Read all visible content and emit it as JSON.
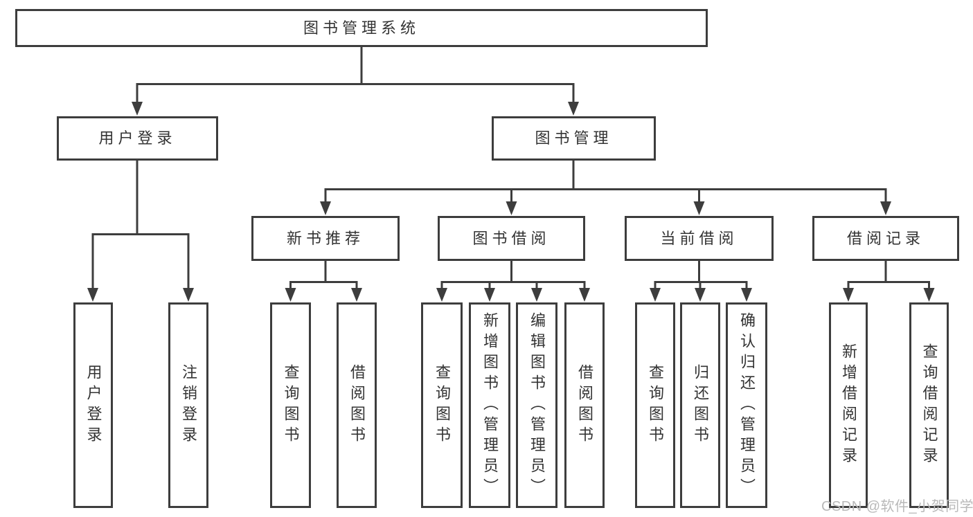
{
  "tree": {
    "root": "图书管理系统",
    "user_login": {
      "label": "用户登录",
      "leaves": [
        "用户登录",
        "注销登录"
      ]
    },
    "book_management": {
      "label": "图书管理",
      "sections": [
        {
          "label": "新书推荐",
          "leaves": [
            "查询图书",
            "借阅图书"
          ]
        },
        {
          "label": "图书借阅",
          "leaves": [
            "查询图书",
            "新增图书（管理员）",
            "编辑图书（管理员）",
            "借阅图书"
          ]
        },
        {
          "label": "当前借阅",
          "leaves": [
            "查询图书",
            "归还图书",
            "确认归还（管理员）"
          ]
        },
        {
          "label": "借阅记录",
          "leaves": [
            "新增借阅记录",
            "查询借阅记录"
          ]
        }
      ]
    }
  },
  "watermark": {
    "text": "CSDN @软件_小贺同学",
    "color": "#b9b9b9"
  },
  "colors": {
    "background": "#ffffff",
    "node_fill": "#ffffff",
    "line": "#3d3d3d",
    "text": "#333333"
  }
}
